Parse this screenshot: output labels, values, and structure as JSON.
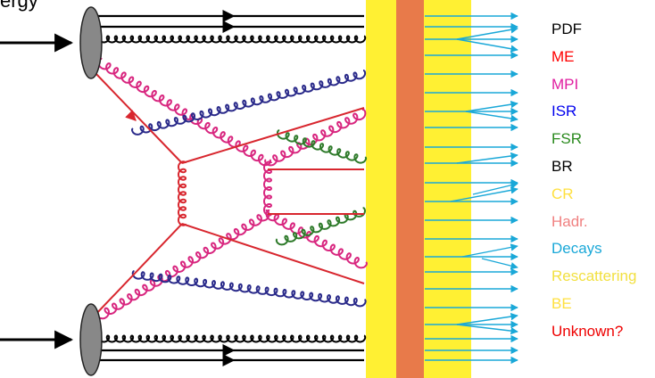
{
  "top_text": "ergy",
  "legend": [
    {
      "label": "PDF",
      "color": "#000000"
    },
    {
      "label": "ME",
      "color": "#ff0000"
    },
    {
      "label": "MPI",
      "color": "#e01ea0"
    },
    {
      "label": "ISR",
      "color": "#0000ee"
    },
    {
      "label": "FSR",
      "color": "#2a8a1e"
    },
    {
      "label": "BR",
      "color": "#000000"
    },
    {
      "label": "CR",
      "color": "#ffe040"
    },
    {
      "label": "Hadr.",
      "color": "#f08080"
    },
    {
      "label": "Decays",
      "color": "#1aa8d8"
    },
    {
      "label": "Rescattering",
      "color": "#f2e040"
    },
    {
      "label": "BE",
      "color": "#ffe040"
    },
    {
      "label": "Unknown?",
      "color": "#ee0000"
    }
  ],
  "colors": {
    "pdf": "#000000",
    "me": "#d8262e",
    "mpi": "#d8267f",
    "isr": "#2a2a8a",
    "fsr": "#2e7a2a",
    "band_yellow": "#fff033",
    "band_orange": "#e87a4a",
    "decay": "#1aa8d8",
    "beam_blob": "#888888"
  }
}
